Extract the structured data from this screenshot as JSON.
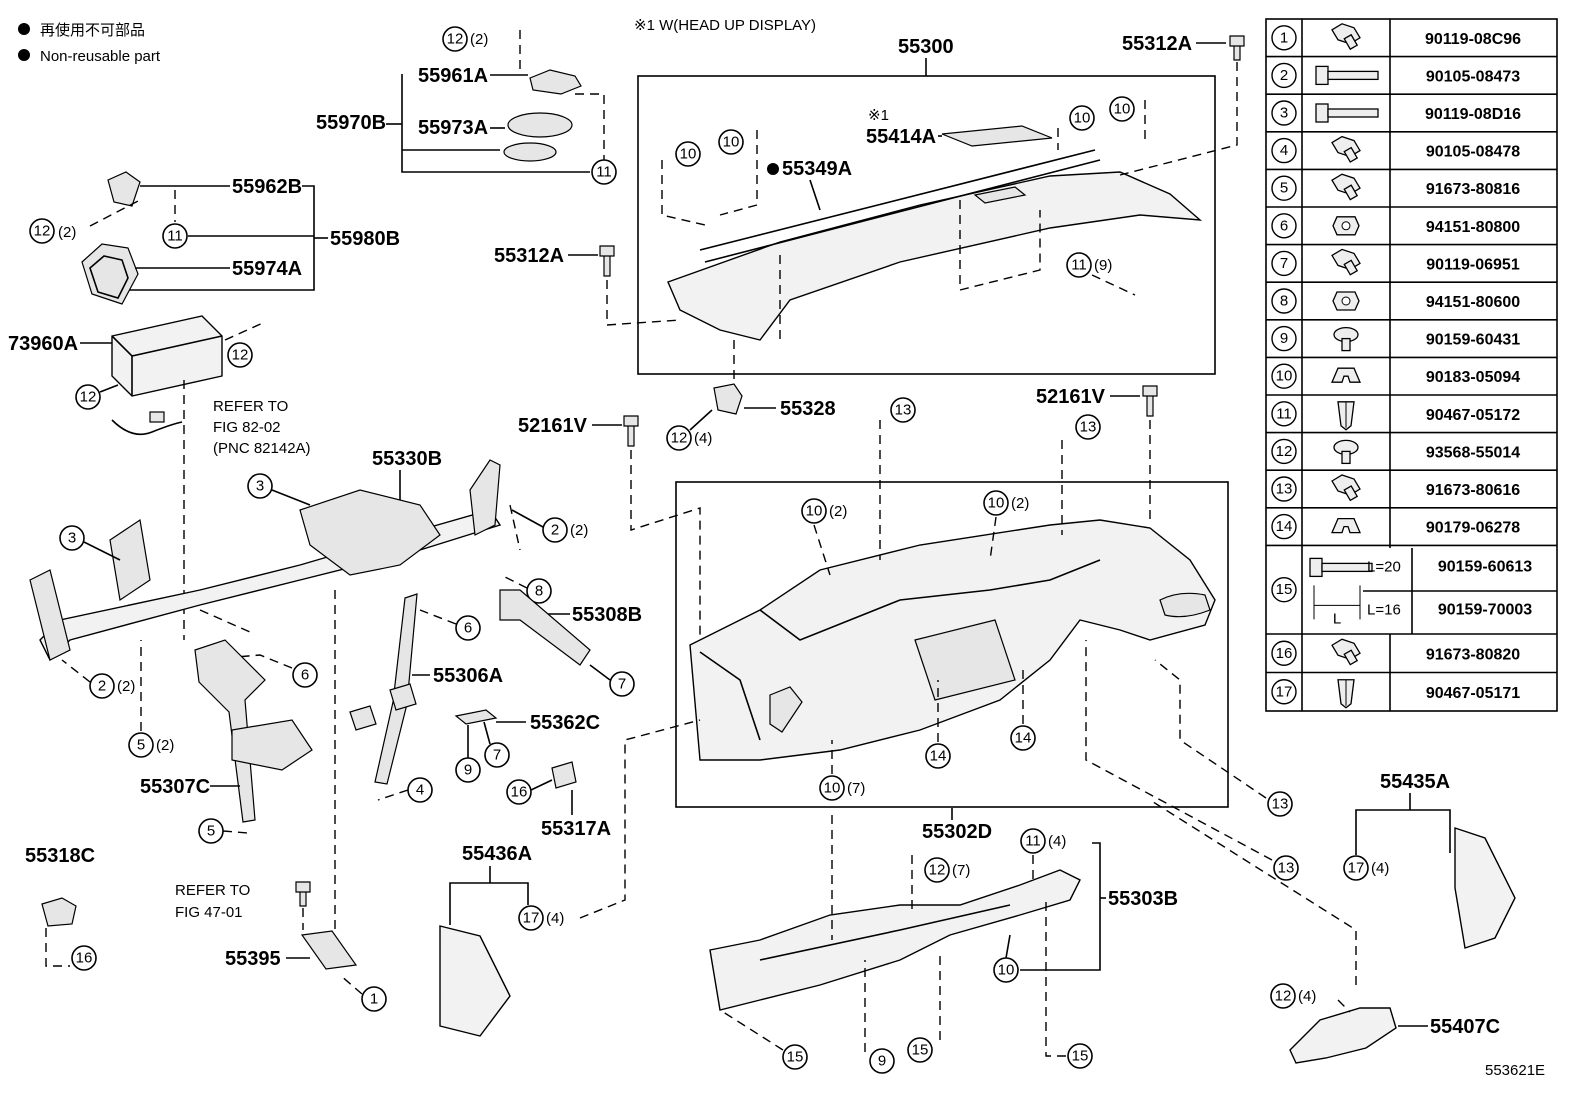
{
  "legend": {
    "jp": "再使用不可部品",
    "en": "Non-reusable part"
  },
  "note_hud": "※1  W(HEAD UP DISPLAY)",
  "note_mark": "※1",
  "figure_id": "553621E",
  "refer1": [
    "REFER TO",
    "FIG 82-02",
    "(PNC 82142A)"
  ],
  "refer2": [
    "REFER TO",
    "FIG 47-01"
  ],
  "parts": {
    "p55300": "55300",
    "p55312A_top": "55312A",
    "p55312A_left": "55312A",
    "p55961A": "55961A",
    "p55970B": "55970B",
    "p55973A": "55973A",
    "p55962B": "55962B",
    "p55980B": "55980B",
    "p55974A": "55974A",
    "p73960A": "73960A",
    "p55414A": "55414A",
    "p55349A": "55349A",
    "p55328": "55328",
    "p52161V_left": "52161V",
    "p52161V_right": "52161V",
    "p55330B": "55330B",
    "p55308B": "55308B",
    "p55306A": "55306A",
    "p55362C": "55362C",
    "p55307C": "55307C",
    "p55317A": "55317A",
    "p55318C": "55318C",
    "p55436A": "55436A",
    "p55395": "55395",
    "p55302D": "55302D",
    "p55303B": "55303B",
    "p55435A": "55435A",
    "p55407C": "55407C"
  },
  "callouts": {
    "c12_2_top": "(2)",
    "c12_2_left": "(2)",
    "c11_9": "(9)",
    "c12_4": "(4)",
    "c2_2_right": "(2)",
    "c2_2_left": "(2)",
    "c5_2": "(2)",
    "c10_2_a": "(2)",
    "c10_2_b": "(2)",
    "c10_7": "(7)",
    "c11_4": "(4)",
    "c12_7": "(7)",
    "c17_4_a": "(4)",
    "c17_4_b": "(4)",
    "c12_4_b": "(4)"
  },
  "fastener_table": {
    "rows": [
      {
        "no": "1",
        "part": "90119-08C96",
        "icon": "bolt-washer-icon"
      },
      {
        "no": "2",
        "part": "90105-08473",
        "icon": "long-bolt-icon"
      },
      {
        "no": "3",
        "part": "90119-08D16",
        "icon": "long-bolt-icon"
      },
      {
        "no": "4",
        "part": "90105-08478",
        "icon": "bolt-washer-icon"
      },
      {
        "no": "5",
        "part": "91673-80816",
        "icon": "bolt-washer-icon"
      },
      {
        "no": "6",
        "part": "94151-80800",
        "icon": "nut-icon"
      },
      {
        "no": "7",
        "part": "90119-06951",
        "icon": "bolt-washer-icon"
      },
      {
        "no": "8",
        "part": "94151-80600",
        "icon": "nut-icon"
      },
      {
        "no": "9",
        "part": "90159-60431",
        "icon": "screw-icon"
      },
      {
        "no": "10",
        "part": "90183-05094",
        "icon": "clip-nut-icon"
      },
      {
        "no": "11",
        "part": "90467-05172",
        "icon": "push-clip-icon"
      },
      {
        "no": "12",
        "part": "93568-55014",
        "icon": "screw-icon"
      },
      {
        "no": "13",
        "part": "91673-80616",
        "icon": "bolt-washer-icon"
      },
      {
        "no": "14",
        "part": "90179-06278",
        "icon": "clip-nut-icon"
      },
      {
        "no": "16",
        "part": "91673-80820",
        "icon": "bolt-washer-icon"
      },
      {
        "no": "17",
        "part": "90467-05171",
        "icon": "push-clip-icon"
      }
    ],
    "row15": {
      "no": "15",
      "l20": "L=20",
      "p20": "90159-60613",
      "l16": "L=16",
      "p16": "90159-70003",
      "L": "L"
    }
  }
}
